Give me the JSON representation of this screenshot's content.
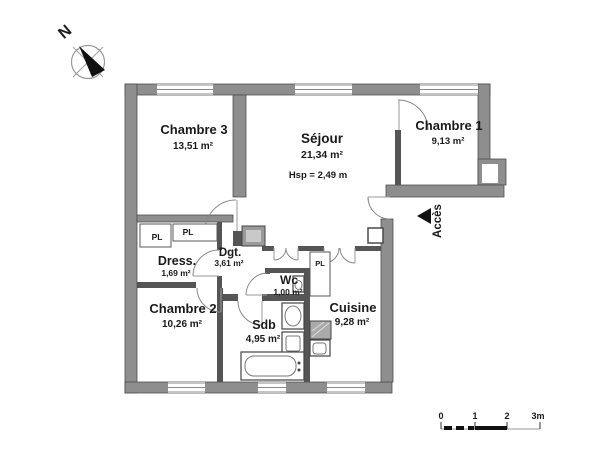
{
  "plan": {
    "compass_label": "N",
    "access_label": "Accès",
    "rooms": [
      {
        "name": "Chambre 3",
        "area": "13,51 m²"
      },
      {
        "name": "Séjour",
        "area": "21,34 m²",
        "note": "Hsp = 2,49 m"
      },
      {
        "name": "Chambre 1",
        "area": "9,13 m²"
      },
      {
        "name": "Dress.",
        "area": "1,69 m²"
      },
      {
        "name": "Dgt.",
        "area": "3,61 m²"
      },
      {
        "name": "Wc",
        "area": "1,00 m²"
      },
      {
        "name": "Chambre 2",
        "area": "10,26 m²"
      },
      {
        "name": "Sdb",
        "area": "4,95 m²"
      },
      {
        "name": "Cuisine",
        "area": "9,28 m²"
      }
    ],
    "closet_labels": {
      "dress_left": "PL",
      "dress_right": "PL",
      "kitchen": "PL"
    },
    "scale_bar": {
      "tick_labels": [
        "0",
        "1",
        "2",
        "3m"
      ]
    },
    "colors": {
      "wall_gray": "#8e8e8e",
      "wall_dark": "#555555",
      "background": "#ffffff"
    }
  }
}
